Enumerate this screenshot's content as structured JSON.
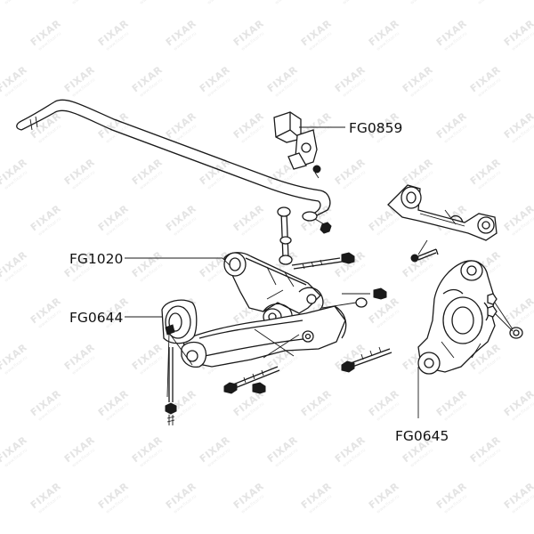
{
  "watermark": {
    "brand": "FIXAR",
    "site": "www.fixar.ru"
  },
  "labels": [
    {
      "id": "FG0859",
      "text": "FG0859"
    },
    {
      "id": "FG1020",
      "text": "FG1020"
    },
    {
      "id": "FG0644",
      "text": "FG0644"
    },
    {
      "id": "FG0645",
      "text": "FG0645"
    }
  ],
  "colors": {
    "line": "#1a1a1a",
    "watermark": "#e4e4e4",
    "background": "#ffffff"
  }
}
